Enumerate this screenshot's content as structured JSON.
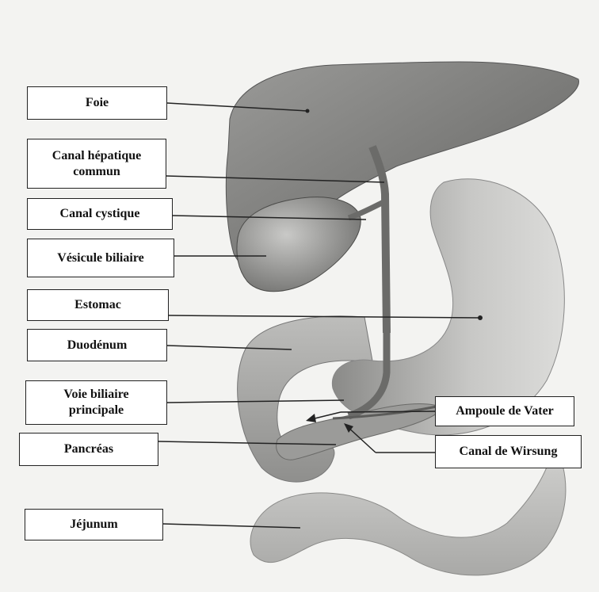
{
  "figure": {
    "labels": {
      "foie": "Foie",
      "canal_hepatique_line1": "Canal hépatique",
      "canal_hepatique_line2": "commun",
      "canal_cystique": "Canal cystique",
      "vesicule_biliaire": "Vésicule biliaire",
      "estomac": "Estomac",
      "duodenum": "Duodénum",
      "voie_biliaire_line1": "Voie biliaire",
      "voie_biliaire_line2": "principale",
      "pancreas": "Pancréas",
      "jejunum": "Jéjunum",
      "ampoule_de_vater": "Ampoule de Vater",
      "canal_de_wirsung": "Canal de Wirsung"
    }
  }
}
